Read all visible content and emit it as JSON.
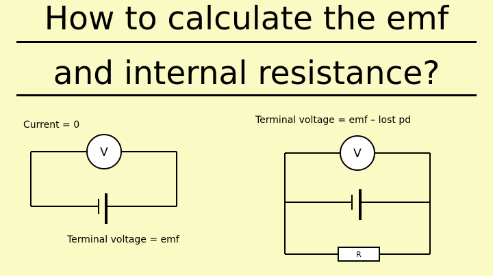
{
  "title": {
    "line1": "How to calculate the emf",
    "line2": "and internal resistance?"
  },
  "left_circuit": {
    "label_top": "Current = 0",
    "voltmeter": "V",
    "label_bottom": "Terminal voltage = emf"
  },
  "right_circuit": {
    "label_top": "Terminal voltage = emf – lost pd",
    "voltmeter": "V",
    "resistor": "R"
  },
  "colors": {
    "background": "#fafac4",
    "line": "#000000",
    "component_fill": "#ffffff"
  }
}
